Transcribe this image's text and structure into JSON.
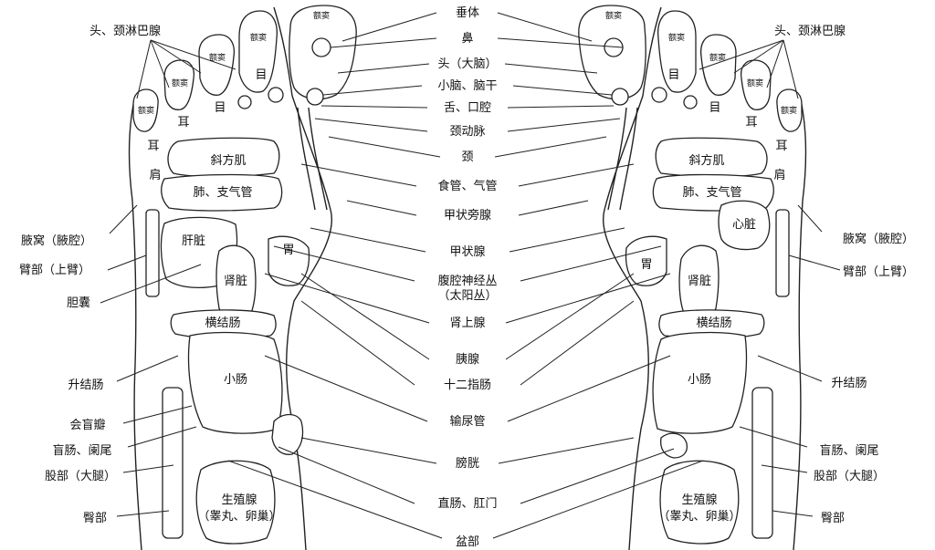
{
  "center_labels": [
    "垂体",
    "鼻",
    "头（大脑）",
    "小脑、脑干",
    "舌、口腔",
    "颈动脉",
    "颈",
    "食管、气管",
    "甲状旁腺",
    "甲状腺",
    "腹腔神经丛",
    "（太阳丛）",
    "肾上腺",
    "胰腺",
    "十二指肠",
    "输尿管",
    "膀胱",
    "直肠、肛门",
    "盆部"
  ],
  "left_labels": [
    "头、颈淋巴腺",
    "腋窝（腋腔）",
    "臂部（上臂）",
    "胆囊",
    "升结肠",
    "会盲瓣",
    "盲肠、阑尾",
    "股部（大腿）",
    "臀部"
  ],
  "right_labels": [
    "头、颈淋巴腺",
    "腋窝（腋腔）",
    "臂部（上臂）",
    "升结肠",
    "盲肠、阑尾",
    "股部（大腿）",
    "臀部"
  ],
  "left_foot": {
    "sinus": "额窦",
    "eye": "目",
    "ear": "耳",
    "shoulder": "肩",
    "trapezius": "斜方肌",
    "lung": "肺、支气管",
    "liver": "肝脏",
    "kidney": "肾脏",
    "stomach": "胃",
    "transverse_colon": "横结肠",
    "small_intestine": "小肠",
    "genital": "生殖腺",
    "genital_sub": "（睾丸、卵巢）"
  },
  "right_foot": {
    "sinus": "额窦",
    "eye": "目",
    "ear": "耳",
    "shoulder": "肩",
    "trapezius": "斜方肌",
    "lung": "肺、支气管",
    "heart": "心脏",
    "kidney": "肾脏",
    "stomach": "胃",
    "transverse_colon": "横结肠",
    "small_intestine": "小肠",
    "genital": "生殖腺",
    "genital_sub": "（睾丸、卵巢）"
  }
}
